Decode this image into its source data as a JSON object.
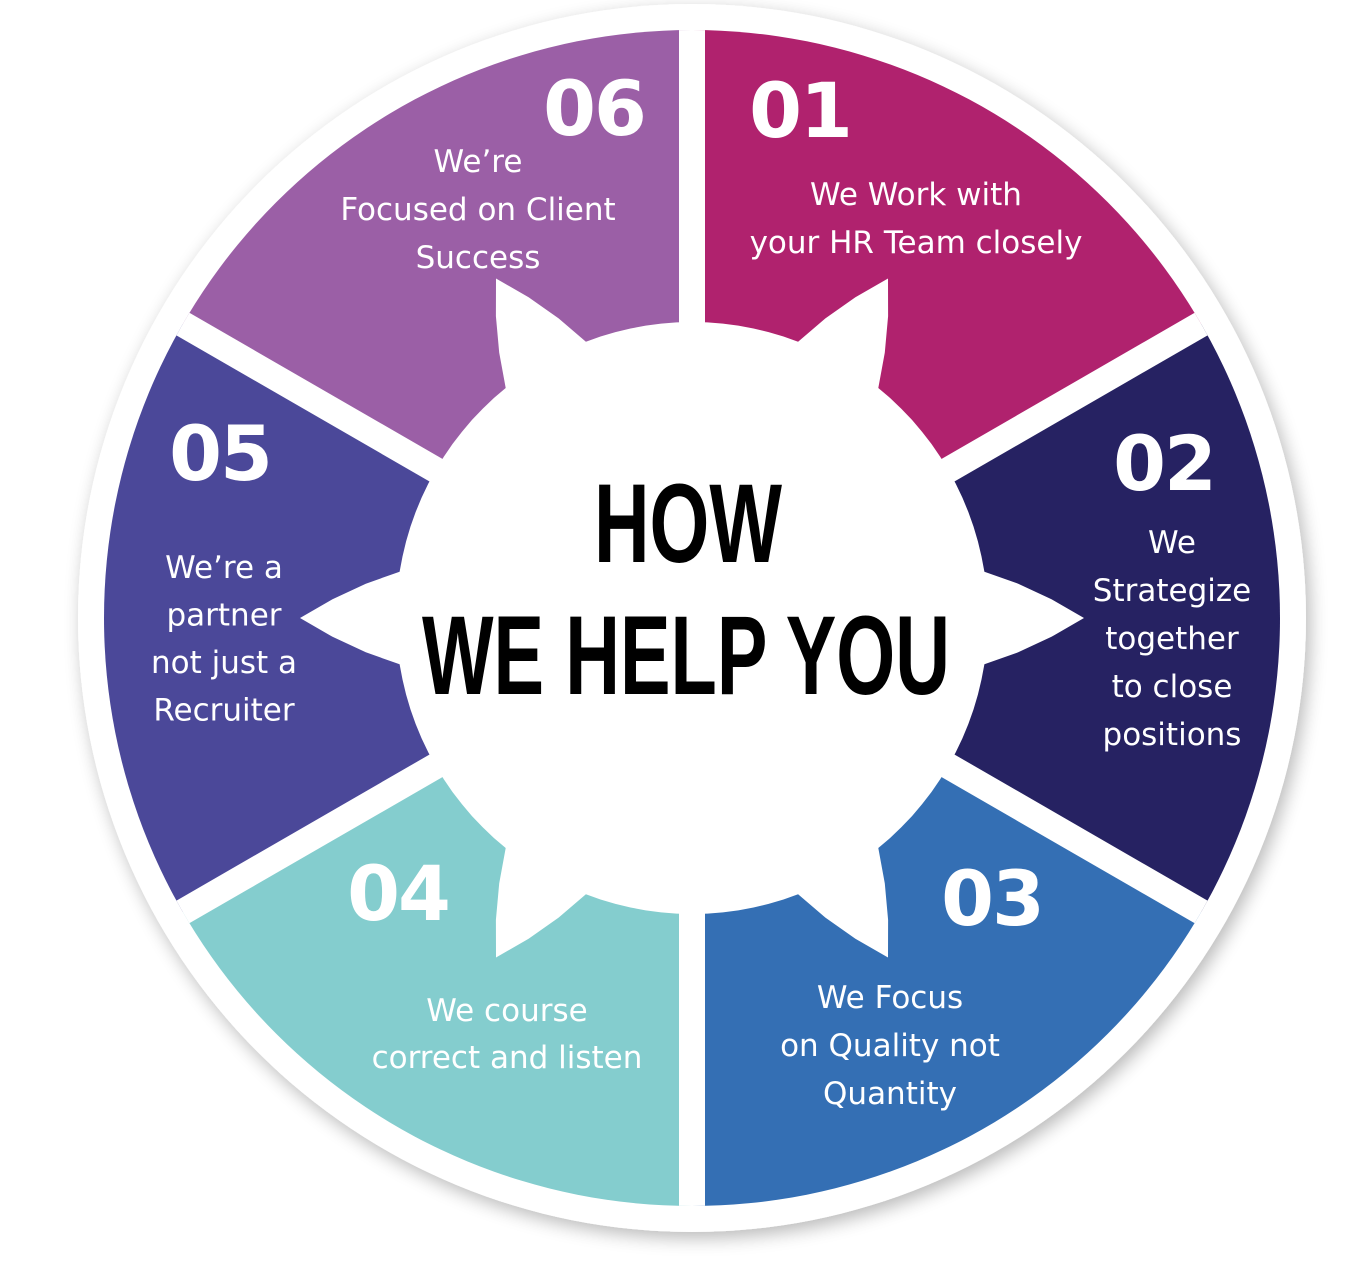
{
  "diagram": {
    "title_line1": "HOW",
    "title_line2": "WE HELP YOU",
    "colors": {
      "outer_ring": "#ffffff",
      "center": "#ffffff",
      "title": "#000000",
      "text": "#ffffff"
    },
    "segments": [
      {
        "number": "01",
        "color": "#b0226e",
        "lines": [
          "We Work with",
          "your HR Team closely"
        ]
      },
      {
        "number": "02",
        "color": "#262262",
        "lines": [
          "We",
          "Strategize",
          "together",
          "to close",
          "positions"
        ]
      },
      {
        "number": "03",
        "color": "#346fb4",
        "lines": [
          "We Focus",
          "on Quality not",
          "Quantity"
        ]
      },
      {
        "number": "04",
        "color": "#84cdce",
        "lines": [
          "We course",
          "correct and listen"
        ]
      },
      {
        "number": "05",
        "color": "#4b4899",
        "lines": [
          "We’re a",
          "partner",
          "not just a",
          "Recruiter"
        ]
      },
      {
        "number": "06",
        "color": "#9b5fa6",
        "lines": [
          "We’re",
          "Focused on Client",
          "Success"
        ]
      }
    ]
  }
}
